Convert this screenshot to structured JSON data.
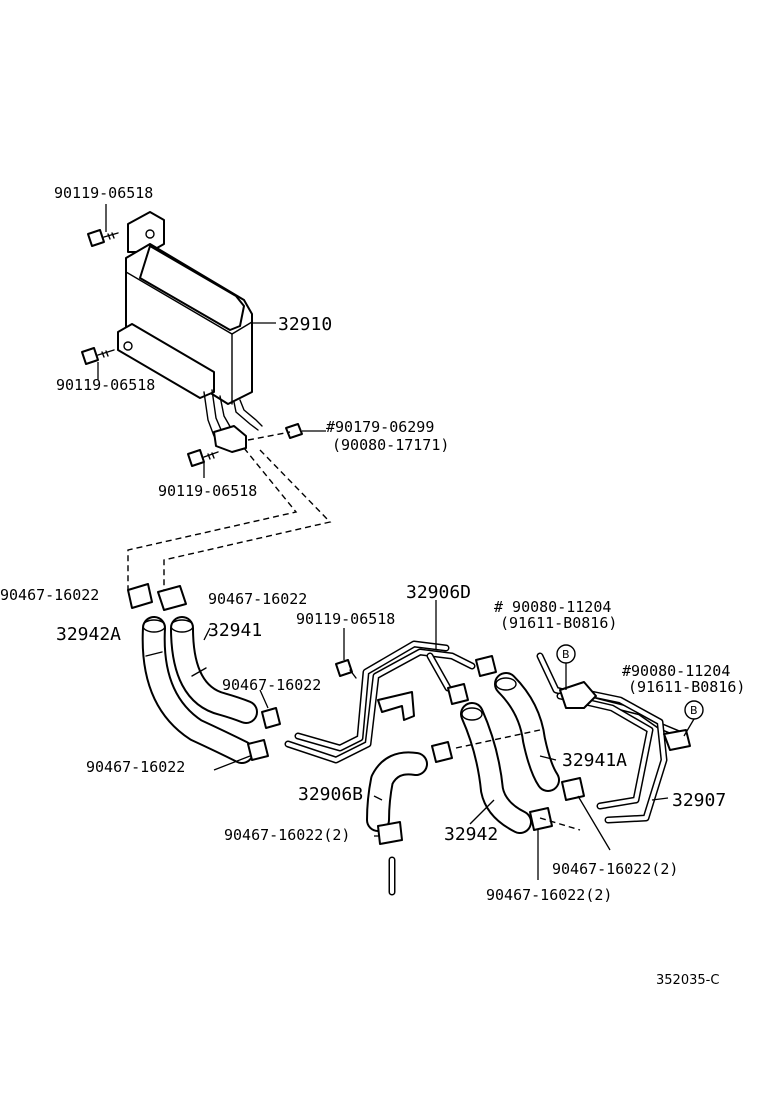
{
  "labels": {
    "bolt_top": "90119-06518",
    "cooler": "32910",
    "bolt_mid": "90119-06518",
    "nut_main": "#90179-06299",
    "nut_alt": "(90080-17171)",
    "bolt_low": "90119-06518",
    "clamp_l1": "90467-16022",
    "clamp_l2": "90467-16022",
    "hose_a": "32942A",
    "hose_b": "32941",
    "bolt_right": "90119-06518",
    "pipe_d": "32906D",
    "clamp_l3": "90467-16022",
    "clamp_l4": "90467-16022",
    "screw_1": "# 90080-11204",
    "screw_1_alt": "(91611-B0816)",
    "screw_2": "#90080-11204",
    "screw_2_alt": "(91611-B0816)",
    "hose_c": "32941A",
    "pipe_7": "32907",
    "pipe_b": "32906B",
    "hose_d": "32942",
    "clamp_qty1": "90467-16022(2)",
    "clamp_qty2": "90467-16022(2)",
    "clamp_qty3": "90467-16022(2)",
    "marker_b1": "B",
    "marker_b2": "B",
    "ref_code": "352035-C"
  }
}
